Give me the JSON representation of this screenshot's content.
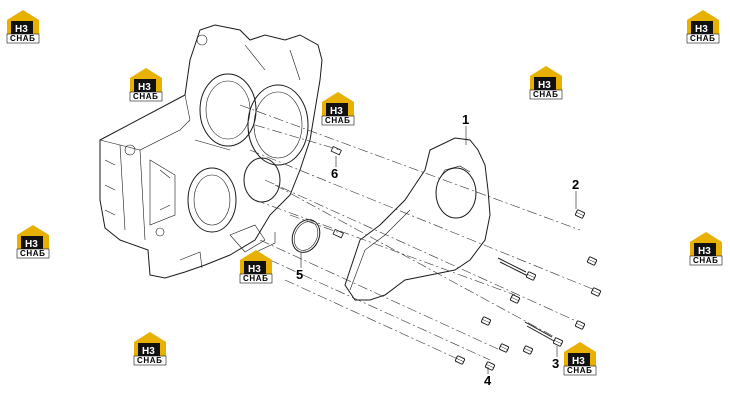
{
  "callouts": {
    "c1": "1",
    "c2": "2",
    "c3": "3",
    "c4": "4",
    "c5": "5",
    "c6": "6"
  },
  "watermark": {
    "logo_letters": "H3",
    "logo_sub": "CHAБ",
    "accent": "#E8B000",
    "ink": "#111111"
  }
}
